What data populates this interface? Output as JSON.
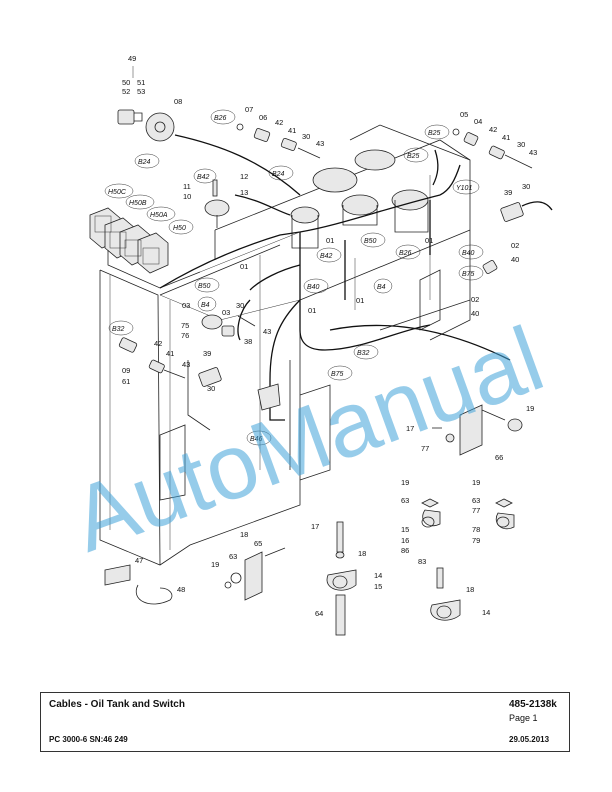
{
  "callouts": {
    "c49": "49",
    "c50": "50",
    "c51": "51",
    "c52": "52",
    "c53": "53",
    "c08": "08",
    "c07": "07",
    "c06": "06",
    "c42a": "42",
    "c41a": "41",
    "c30a": "30",
    "c43a": "43",
    "c12": "12",
    "c13": "13",
    "c11": "11",
    "c10": "10",
    "c05": "05",
    "c04": "04",
    "c42b": "42",
    "c41b": "41",
    "c30b": "30",
    "c43b": "43",
    "c39a": "39",
    "c30c": "30",
    "c02a": "02",
    "c40a": "40",
    "c02b": "02",
    "c40b": "40",
    "c01a": "01",
    "c01b": "01",
    "c01c": "01",
    "c01d": "01",
    "c01e": "01",
    "c03": "03",
    "c30d": "30",
    "c43c": "43",
    "c75": "75",
    "c76": "76",
    "c03b": "03",
    "c38": "38",
    "c42c": "42",
    "c41c": "41",
    "c09": "09",
    "c61": "61",
    "c39b": "39",
    "c43d": "43",
    "c30e": "30",
    "c17a": "17",
    "c77a": "77",
    "c66": "66",
    "c19a": "19",
    "c19b": "19",
    "c63a": "63",
    "c15a": "15",
    "c16": "16",
    "c86": "86",
    "c19c": "19",
    "c63b": "63",
    "c77b": "77",
    "c78": "78",
    "c79": "79",
    "c18a": "18",
    "c65": "65",
    "c63c": "63",
    "c19d": "19",
    "c17b": "17",
    "c18b": "18",
    "c14a": "14",
    "c15b": "15",
    "c64": "64",
    "c83": "83",
    "c18c": "18",
    "c14b": "14",
    "c47": "47",
    "c48": "48"
  },
  "refs": {
    "B26a": "B26",
    "B24a": "B24",
    "B42": "B42",
    "B24b": "B24",
    "H50C": "H50C",
    "H50B": "H50B",
    "H50A": "H50A",
    "H50": "H50",
    "B25a": "B25",
    "B25b": "B25",
    "Y101": "Y101",
    "B50a": "B50",
    "B50b": "B50",
    "B42b": "B42",
    "B26b": "B26",
    "B40a": "B40",
    "B75a": "B75",
    "B40b": "B40",
    "B4a": "B4",
    "B4b": "B4",
    "B32a": "B32",
    "B32b": "B32",
    "B75b": "B75",
    "B46": "B46"
  },
  "watermark": "AutoManual",
  "title_block": {
    "title": "Cables - Oil Tank and Switch",
    "doc_number": "485-2138k",
    "page": "Page 1",
    "model": "PC 3000-6 SN:46 249",
    "date": "29.05.2013"
  }
}
